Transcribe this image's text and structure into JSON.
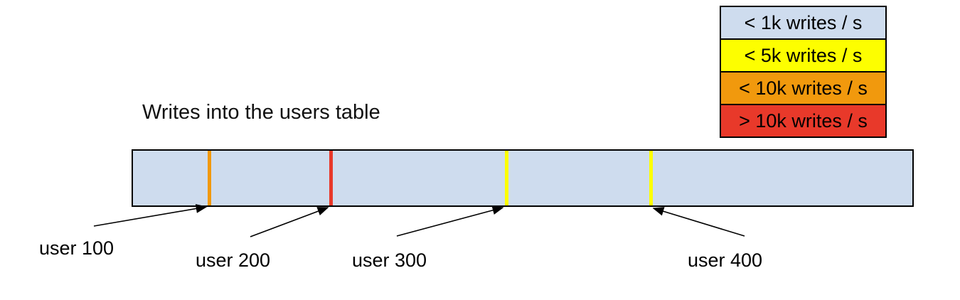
{
  "title": "Writes into the users table",
  "legend": {
    "items": [
      {
        "label": "< 1k writes / s",
        "color": "#cedcee"
      },
      {
        "label": "< 5k writes / s",
        "color": "#fdfe00"
      },
      {
        "label": "< 10k writes / s",
        "color": "#f1990d"
      },
      {
        "label": "> 10k writes / s",
        "color": "#e8392a"
      }
    ]
  },
  "bar": {
    "fill": "#cedcee",
    "border_color": "#000000",
    "markers": [
      {
        "label": "user 100",
        "color": "#f1990d"
      },
      {
        "label": "user 200",
        "color": "#e8392a"
      },
      {
        "label": "user 300",
        "color": "#fdfe00"
      },
      {
        "label": "user 400",
        "color": "#fdfe00"
      }
    ]
  }
}
